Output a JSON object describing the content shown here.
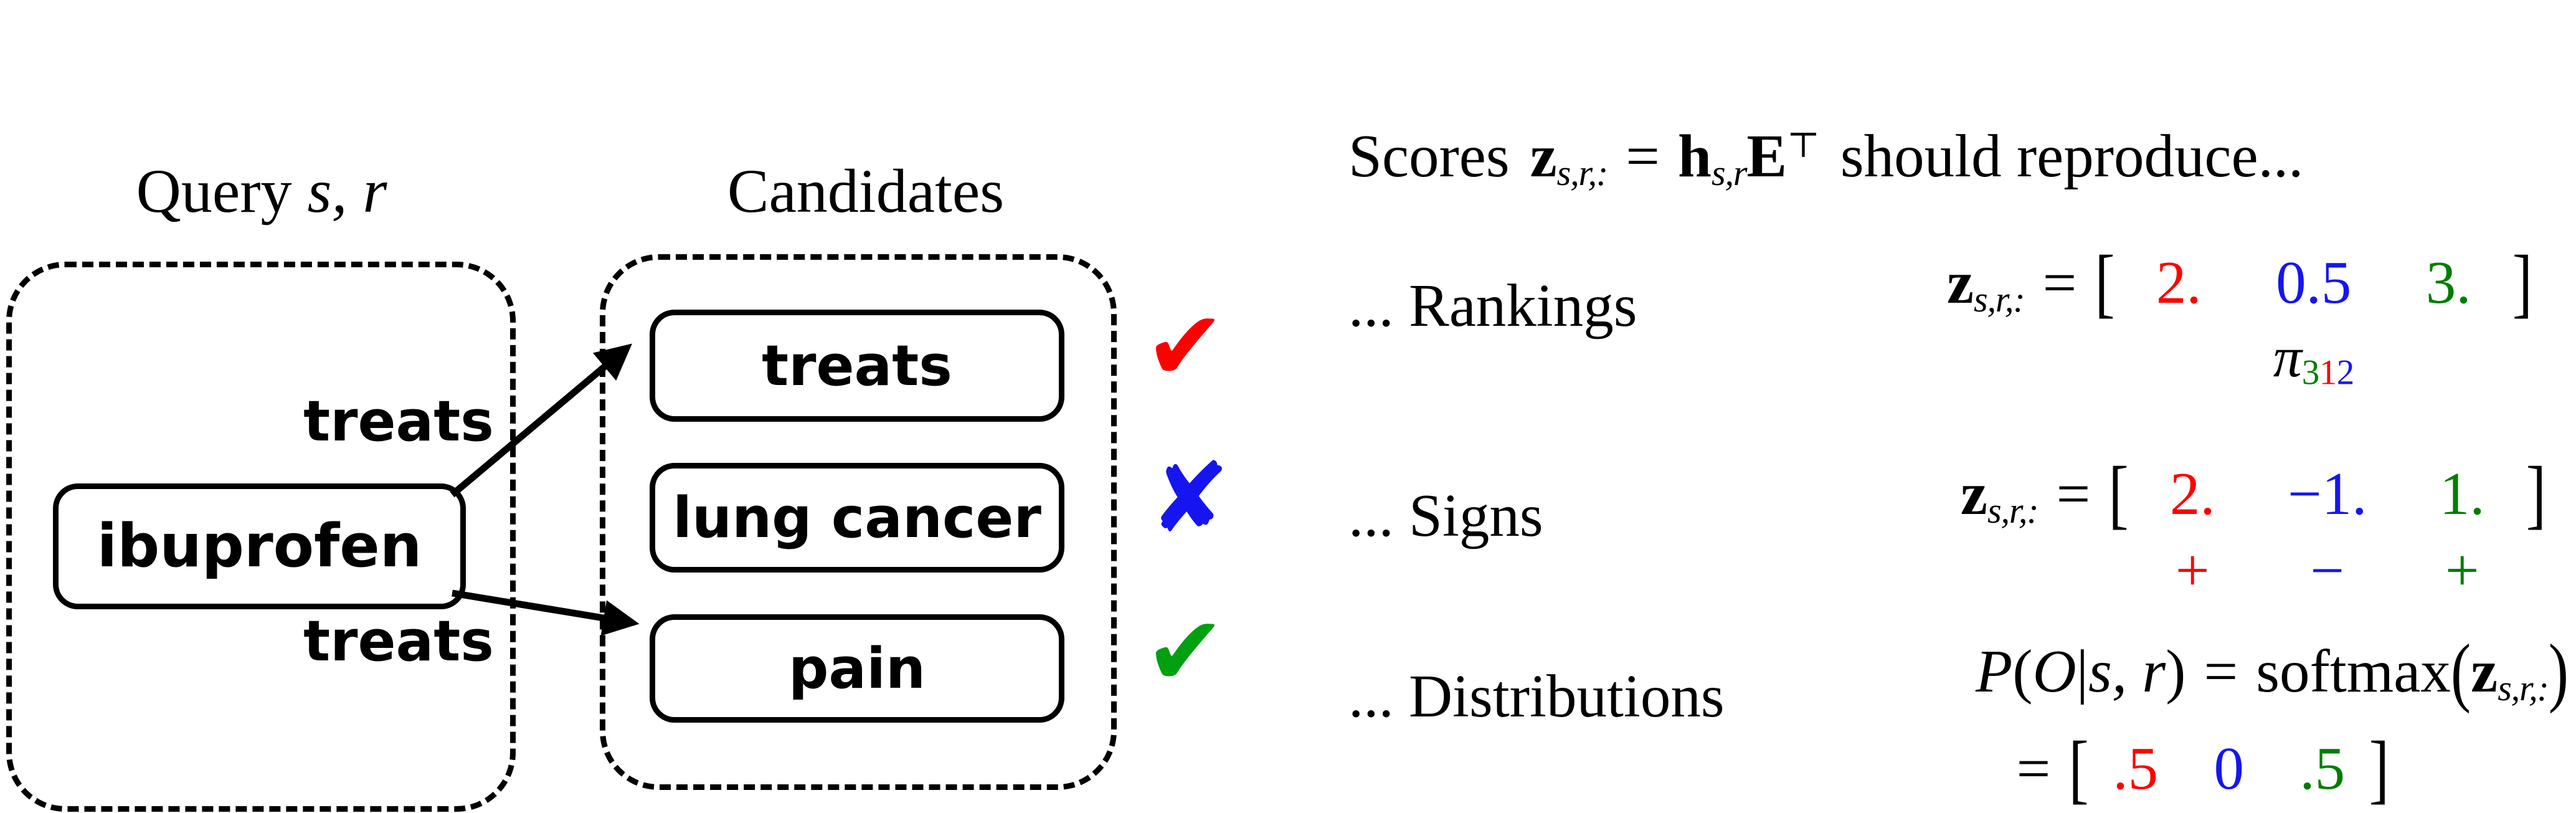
{
  "colors": {
    "red": "#ff0000",
    "blue": "#1515f0",
    "green": "#007d00",
    "green_mark": "#00a011"
  },
  "diagram": {
    "query_title": {
      "word": "Query",
      "vars": "s, r"
    },
    "candidates_title": "Candidates",
    "query_node_label": "ibuprofen",
    "edge_labels": {
      "top": "treats",
      "bottom": "treats"
    },
    "candidates": [
      {
        "label": "treats",
        "mark": "✔"
      },
      {
        "label": "lung cancer",
        "mark": "✘"
      },
      {
        "label": "pain",
        "mark": "✔"
      }
    ]
  },
  "formulas": {
    "header": {
      "word1": "Scores",
      "z": "z",
      "z_sub": "s,r,:",
      "equals": "=",
      "h": "h",
      "h_sub": "s,r",
      "E": "E",
      "transpose": "⊤",
      "tail": "should reproduce..."
    },
    "rankings": {
      "label": "... Rankings",
      "z": "z",
      "z_sub": "s,r,:",
      "equals": "=",
      "lbracket": "[",
      "rbracket": "]",
      "values": [
        {
          "text": "2."
        },
        {
          "text": "0.5"
        },
        {
          "text": "3."
        }
      ],
      "pi": "π",
      "pi_digits": [
        {
          "text": "3"
        },
        {
          "text": "1"
        },
        {
          "text": "2"
        }
      ]
    },
    "signs": {
      "label": "... Signs",
      "z": "z",
      "z_sub": "s,r,:",
      "equals": "=",
      "lbracket": "[",
      "rbracket": "]",
      "values": [
        {
          "text": "2."
        },
        {
          "text": "−1."
        },
        {
          "text": "1."
        }
      ],
      "sign_marks": [
        {
          "text": "+"
        },
        {
          "text": "−"
        },
        {
          "text": "+"
        }
      ]
    },
    "distributions": {
      "label": "... Distributions",
      "P": "P",
      "lparen": "(",
      "O": "O",
      "given_bar": "|",
      "sr": "s, r",
      "rparen": ")",
      "equals": "=",
      "softmax": "softmax",
      "lparen2": "(",
      "z": "z",
      "z_sub": "s,r,:",
      "rparen2": ")",
      "equals2": "=",
      "lbracket": "[",
      "rbracket": "]",
      "values": [
        {
          "text": ".5"
        },
        {
          "text": "0"
        },
        {
          "text": ".5"
        }
      ]
    }
  }
}
